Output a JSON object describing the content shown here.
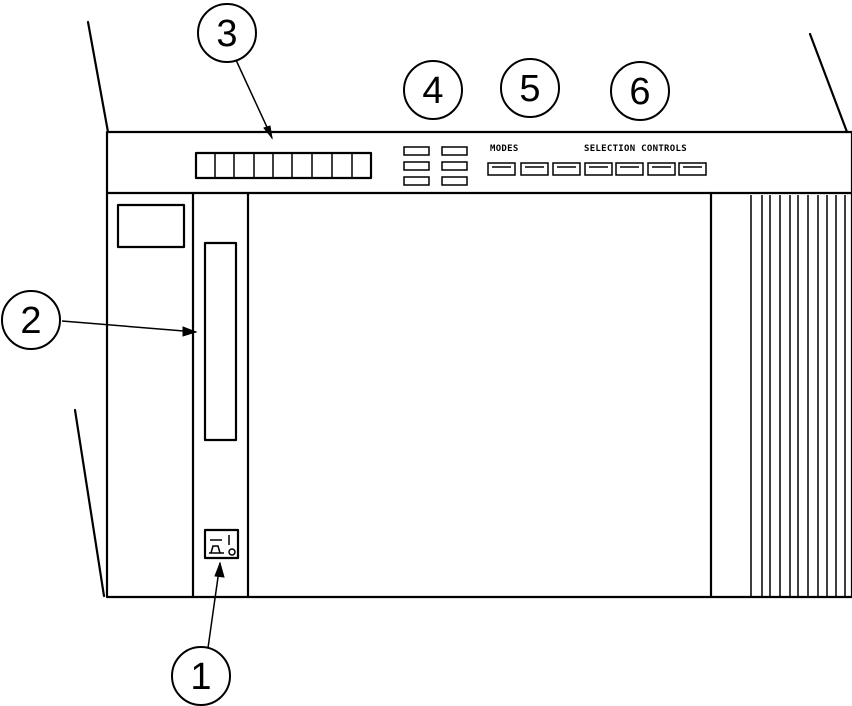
{
  "callouts": [
    {
      "id": "1",
      "label": "1"
    },
    {
      "id": "2",
      "label": "2"
    },
    {
      "id": "3",
      "label": "3"
    },
    {
      "id": "4",
      "label": "4"
    },
    {
      "id": "5",
      "label": "5"
    },
    {
      "id": "6",
      "label": "6"
    }
  ],
  "panel": {
    "modes_label": "MODES",
    "selection_label": "SELECTION CONTROLS"
  }
}
